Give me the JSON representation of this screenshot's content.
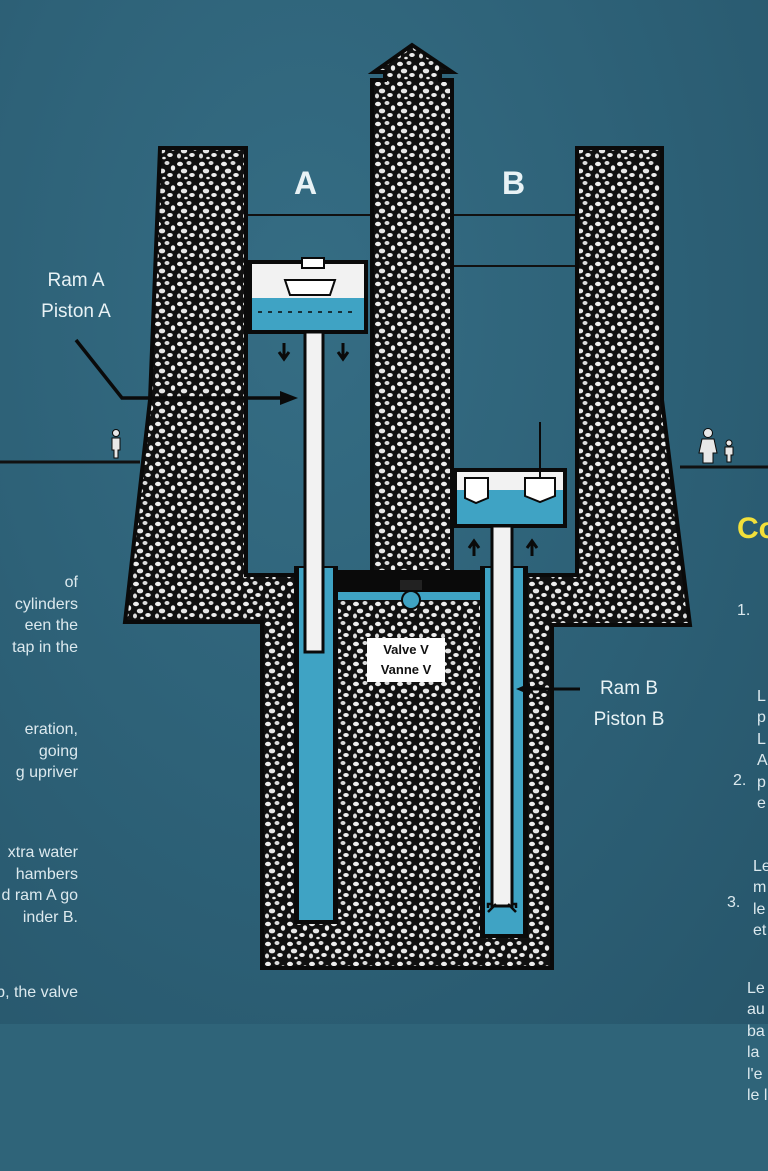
{
  "diagram": {
    "label_a": "A",
    "label_b": "B",
    "ram_a": [
      "Ram A",
      "Piston A"
    ],
    "ram_b": [
      "Ram B",
      "Piston B"
    ],
    "valve": [
      "Valve V",
      "Vanne V"
    ]
  },
  "left_text": {
    "p1": [
      "of",
      "cylinders",
      "een the",
      "tap in the"
    ],
    "p2": [
      "eration,",
      "going",
      "g upriver"
    ],
    "p3": [
      "xtra water",
      "hambers",
      "d ram A go",
      "inder B."
    ],
    "p4": [
      "p, the valve"
    ]
  },
  "right_text": {
    "heading": "Co",
    "items": [
      {
        "num": "1.",
        "lines": [
          "L",
          "p",
          "L",
          "A",
          "p",
          "e"
        ]
      },
      {
        "num": "2.",
        "lines": [
          "Le",
          "m",
          "le",
          "et"
        ]
      },
      {
        "num": "3.",
        "lines": [
          "Le",
          "au",
          "ba",
          "la",
          "l'e",
          "le l"
        ]
      }
    ]
  },
  "colors": {
    "background": "#2f6479",
    "water": "#3fa3c4",
    "heading": "#f2e03a"
  }
}
